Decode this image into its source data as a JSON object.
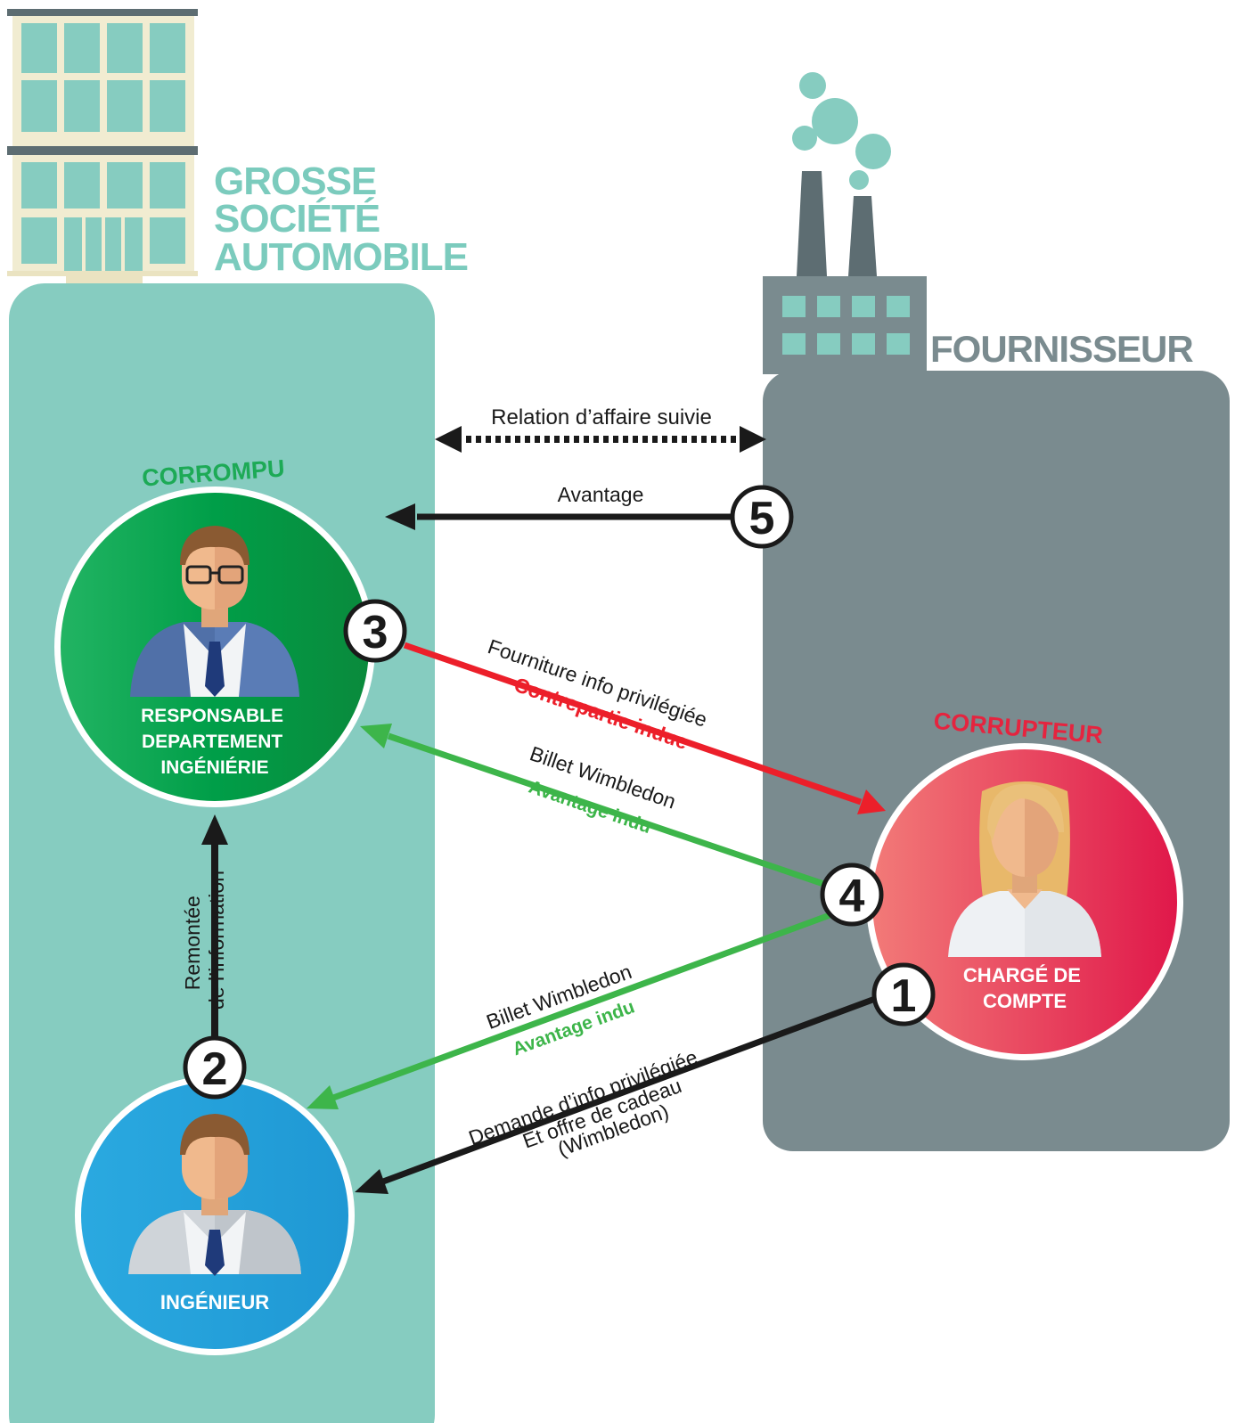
{
  "company": {
    "title_lines": [
      "GROSSE",
      "SOCIÉTÉ",
      "AUTOMOBILE"
    ]
  },
  "supplier": {
    "title": "FOURNISSEUR"
  },
  "persons": {
    "corrompu_label": "CORROMPU",
    "responsable_lines": [
      "RESPONSABLE",
      "DEPARTEMENT",
      "INGÉNIÉRIE"
    ],
    "corrupteur_label": "CORRUPTEUR",
    "charge_lines": [
      "CHARGÉ DE",
      "COMPTE"
    ],
    "ingenieur": "INGÉNIEUR"
  },
  "steps": [
    "1",
    "2",
    "3",
    "4",
    "5"
  ],
  "links": {
    "relation": "Relation d’affaire suivie",
    "avantage": "Avantage",
    "fourniture": "Fourniture info privilégiée",
    "contrepartie": "Contrepartie indue",
    "billet_top": "Billet Wimbledon",
    "avantage_indu_top": "Avantage indu",
    "billet_bottom": "Billet Wimbledon",
    "avantage_indu_bottom": "Avantage indu",
    "demande_lines": [
      "Demande d’info privilégiée",
      "Et offre de cadeau",
      "(Wimbledon)"
    ],
    "remontee_lines": [
      "Remontée",
      "de l’information"
    ]
  },
  "colors": {
    "company_bg": "#86ccc0",
    "supplier_bg": "#7a8b8f",
    "teal_title": "#7bcbbd",
    "corrompu_green": "#1daa56",
    "corrupteur_red": "#e5243f",
    "engineer_blue": "#27a6df",
    "arrow_red": "#ec1f2a",
    "arrow_green": "#3db54a",
    "arrow_black": "#1a1a1a"
  }
}
